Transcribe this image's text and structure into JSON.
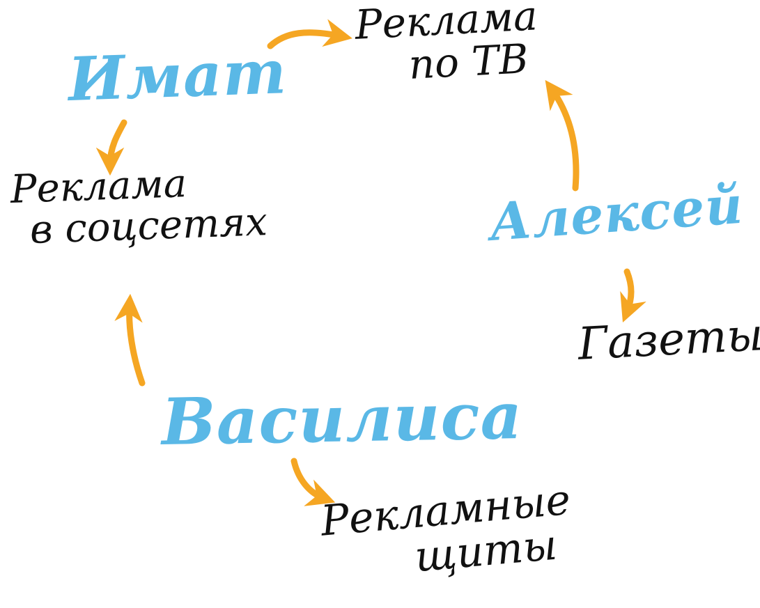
{
  "colors": {
    "person": "#5ab8e6",
    "channel": "#111111",
    "arrow": "#f5a623",
    "background": "#ffffff"
  },
  "people": {
    "imat": "Имат",
    "aleksey": "Алексей",
    "vasilisa": "Василиса"
  },
  "channels": {
    "tv": {
      "line1": "Реклама",
      "line2": "по ТВ"
    },
    "social": {
      "line1": "Реклама",
      "line2": "в соцсетях"
    },
    "papers": {
      "line1": "Газеты"
    },
    "sites": {
      "line1": "Рекламные",
      "line2": "щиты"
    }
  },
  "links": [
    {
      "from": "Имат",
      "to": "Реклама по ТВ"
    },
    {
      "from": "Имат",
      "to": "Реклама в соцсетях"
    },
    {
      "from": "Алексей",
      "to": "Реклама по ТВ"
    },
    {
      "from": "Алексей",
      "to": "Газеты"
    },
    {
      "from": "Василиса",
      "to": "Реклама в соцсетях"
    },
    {
      "from": "Василиса",
      "to": "Рекламные щиты"
    }
  ]
}
